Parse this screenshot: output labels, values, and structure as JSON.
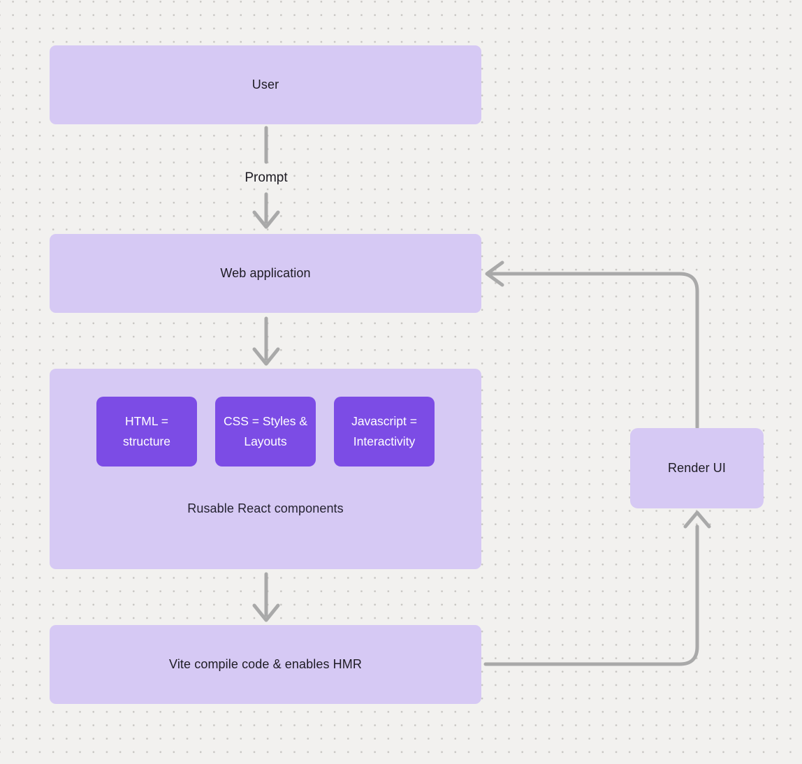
{
  "diagram": {
    "title": "react-vite-flow-diagram",
    "colors": {
      "background": "#f2f1ef",
      "dot_grid": "#c7c5c2",
      "node_fill": "#d6c9f4",
      "component_fill": "#7c4ce5",
      "component_text": "#ffffff",
      "connector": "#a9a9a9",
      "text": "#1d1b23"
    },
    "nodes": {
      "user": {
        "label": "User"
      },
      "web_application": {
        "label": "Web application"
      },
      "components_group": {
        "items": [
          {
            "label": "HTML = structure"
          },
          {
            "label": "CSS = Styles & Layouts"
          },
          {
            "label": "Javascript = Interactivity"
          }
        ],
        "caption": "Rusable React components"
      },
      "vite": {
        "label": "Vite compile code & enables HMR"
      },
      "render_ui": {
        "label": "Render UI"
      }
    },
    "edges": {
      "user_to_web": {
        "label": "Prompt"
      },
      "web_to_components": {
        "label": ""
      },
      "components_to_vite": {
        "label": ""
      },
      "vite_to_render": {
        "label": ""
      },
      "render_to_web": {
        "label": ""
      }
    }
  }
}
